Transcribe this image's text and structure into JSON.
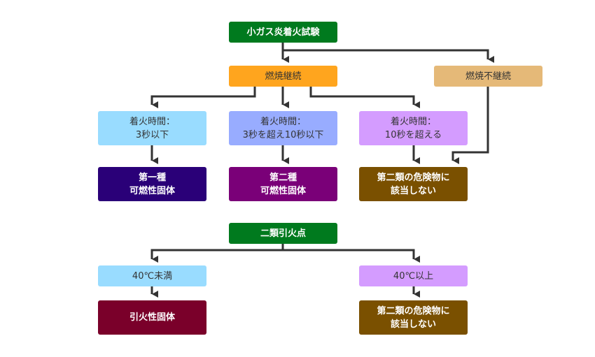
{
  "diagram1": {
    "root": {
      "label": "小ガス炎着火試験",
      "color": "#007a1e"
    },
    "branches": [
      {
        "label": "燃焼継続",
        "color": "#ffa51e"
      },
      {
        "label": "燃焼不継続",
        "color": "#e5b978"
      }
    ],
    "conditions": [
      {
        "label": "着火時間：\n3秒以下",
        "color": "#99dcff"
      },
      {
        "label": "着火時間：\n3秒を超え10秒以下",
        "color": "#98acff"
      },
      {
        "label": "着火時間：\n10秒を超える",
        "color": "#d49cff"
      }
    ],
    "results": [
      {
        "label": "第一種\n可燃性固体",
        "color": "#2a0078"
      },
      {
        "label": "第二種\n可燃性固体",
        "color": "#7a0078"
      },
      {
        "label": "第二類の危険物に\n該当しない",
        "color": "#7a5000"
      }
    ]
  },
  "diagram2": {
    "root": {
      "label": "二類引火点",
      "color": "#007a1e"
    },
    "conditions": [
      {
        "label": "40℃未満",
        "color": "#99dcff"
      },
      {
        "label": "40℃以上",
        "color": "#d49cff"
      }
    ],
    "results": [
      {
        "label": "引火性固体",
        "color": "#7a002a"
      },
      {
        "label": "第二類の危険物に\n該当しない",
        "color": "#7a5000"
      }
    ]
  },
  "line_color": "#333333"
}
